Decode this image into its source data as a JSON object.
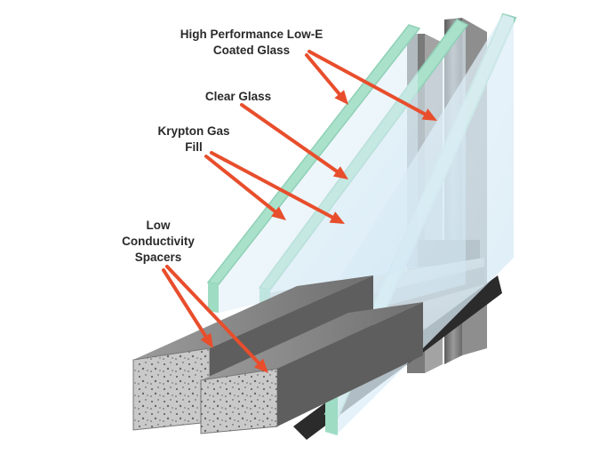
{
  "labels": {
    "low_e": {
      "line1": "High Performance Low-E",
      "line2": "Coated Glass"
    },
    "clear_glass": {
      "line1": "Clear Glass"
    },
    "krypton": {
      "line1": "Krypton Gas",
      "line2": "Fill"
    },
    "spacers": {
      "line1": "Low",
      "line2": "Conductivity",
      "line3": "Spacers"
    }
  },
  "colors": {
    "arrow": "#e84e2c",
    "glass_edge": "#a8dcc8",
    "glass_face": "#d6ecf6",
    "spacer": "#8a8a8a",
    "frame": "#6e6e6e",
    "text": "#2a2a2a"
  }
}
